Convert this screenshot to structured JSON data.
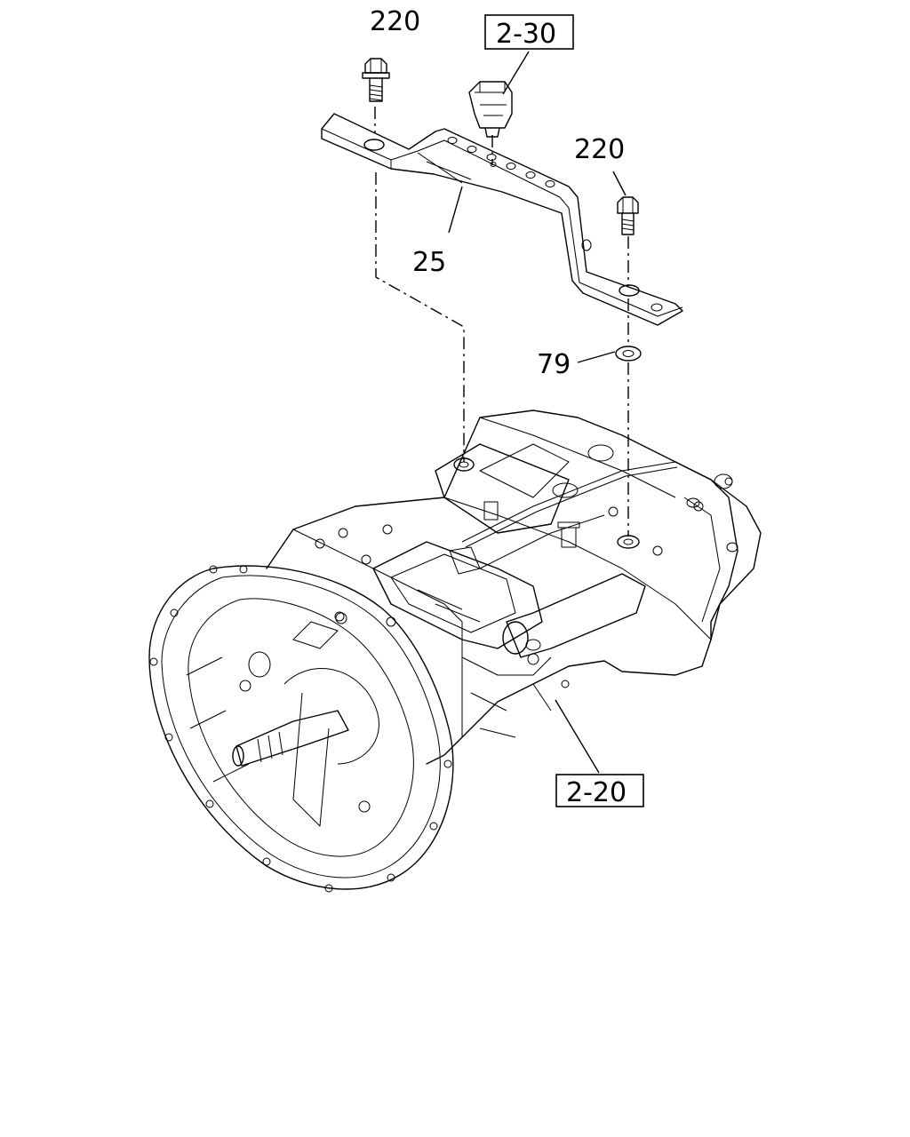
{
  "callouts": {
    "bolt_left": "220",
    "bolt_right": "220",
    "bracket": "25",
    "washer": "79",
    "ref_clip": "2-30",
    "ref_transmission": "2-20"
  },
  "colors": {
    "ink": "#000000",
    "paper": "#ffffff"
  }
}
